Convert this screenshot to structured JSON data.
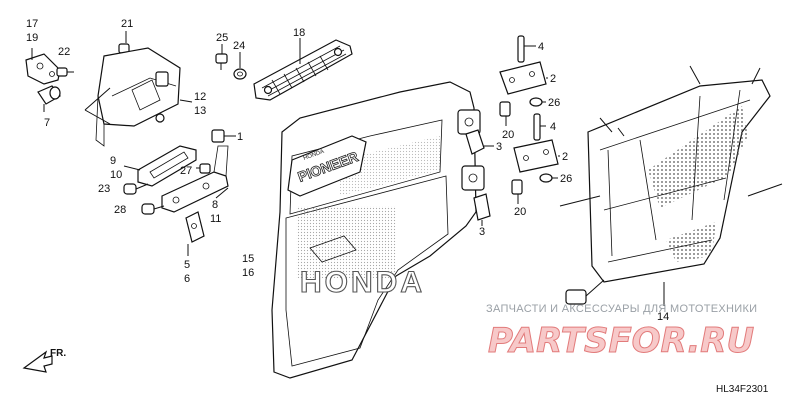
{
  "callouts": [
    {
      "id": "c17",
      "text": "17"
    },
    {
      "id": "c19",
      "text": "19"
    },
    {
      "id": "c22",
      "text": "22"
    },
    {
      "id": "c7",
      "text": "7"
    },
    {
      "id": "c21",
      "text": "21"
    },
    {
      "id": "c12",
      "text": "12"
    },
    {
      "id": "c13",
      "text": "13"
    },
    {
      "id": "c25",
      "text": "25"
    },
    {
      "id": "c24",
      "text": "24"
    },
    {
      "id": "c18",
      "text": "18"
    },
    {
      "id": "c1",
      "text": "1"
    },
    {
      "id": "c9",
      "text": "9"
    },
    {
      "id": "c10",
      "text": "10"
    },
    {
      "id": "c23",
      "text": "23"
    },
    {
      "id": "c27",
      "text": "27"
    },
    {
      "id": "c8",
      "text": "8"
    },
    {
      "id": "c11",
      "text": "11"
    },
    {
      "id": "c28",
      "text": "28"
    },
    {
      "id": "c5",
      "text": "5"
    },
    {
      "id": "c6",
      "text": "6"
    },
    {
      "id": "c15",
      "text": "15"
    },
    {
      "id": "c16",
      "text": "16"
    },
    {
      "id": "c3a",
      "text": "3"
    },
    {
      "id": "c3b",
      "text": "3"
    },
    {
      "id": "c4a",
      "text": "4"
    },
    {
      "id": "c2a",
      "text": "2"
    },
    {
      "id": "c26a",
      "text": "26"
    },
    {
      "id": "c20a",
      "text": "20"
    },
    {
      "id": "c4b",
      "text": "4"
    },
    {
      "id": "c2b",
      "text": "2"
    },
    {
      "id": "c26b",
      "text": "26"
    },
    {
      "id": "c20b",
      "text": "20"
    },
    {
      "id": "c14",
      "text": "14"
    }
  ],
  "door_emblem": {
    "brand": "HONDA",
    "model": "PIONEER",
    "small": "HONDA"
  },
  "door_logo": "HONDA",
  "direction_marker": "FR.",
  "diagram_code": "HL34F2301",
  "watermark": {
    "tagline": "ЗАПЧАСТИ И АКСЕССУАРЫ ДЛЯ МОТОТЕХНИКИ",
    "logo": "PARTSFOR.RU"
  }
}
